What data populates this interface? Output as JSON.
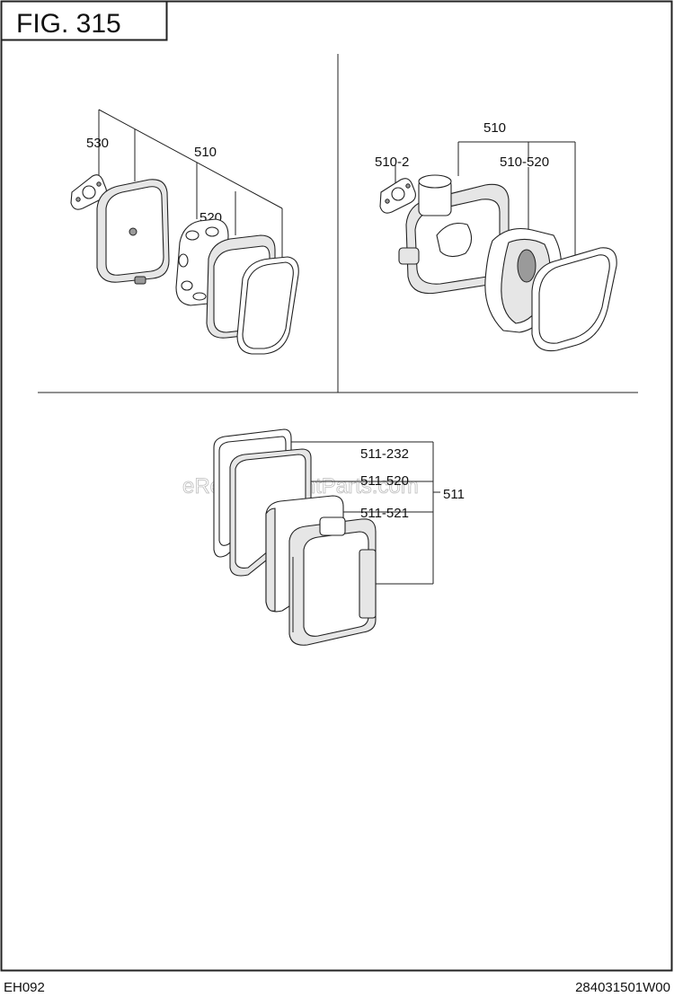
{
  "figure": {
    "title": "FIG. 315",
    "footer_left": "EH092",
    "footer_right": "284031501W00",
    "watermark": "eReplacementParts.com"
  },
  "panel_left": {
    "labels": {
      "gasket": "530",
      "cleaner_assy": "510",
      "element": "520"
    }
  },
  "panel_right": {
    "labels": {
      "cleaner_assy": "510",
      "gasket": "510-2",
      "element": "510-520"
    }
  },
  "panel_bottom": {
    "labels": {
      "set": "511",
      "frame": "511-232",
      "element": "511-520",
      "pre_element": "511-521"
    }
  },
  "colors": {
    "line": "#222222",
    "background": "#ffffff",
    "shade": "#e6e6e6"
  }
}
